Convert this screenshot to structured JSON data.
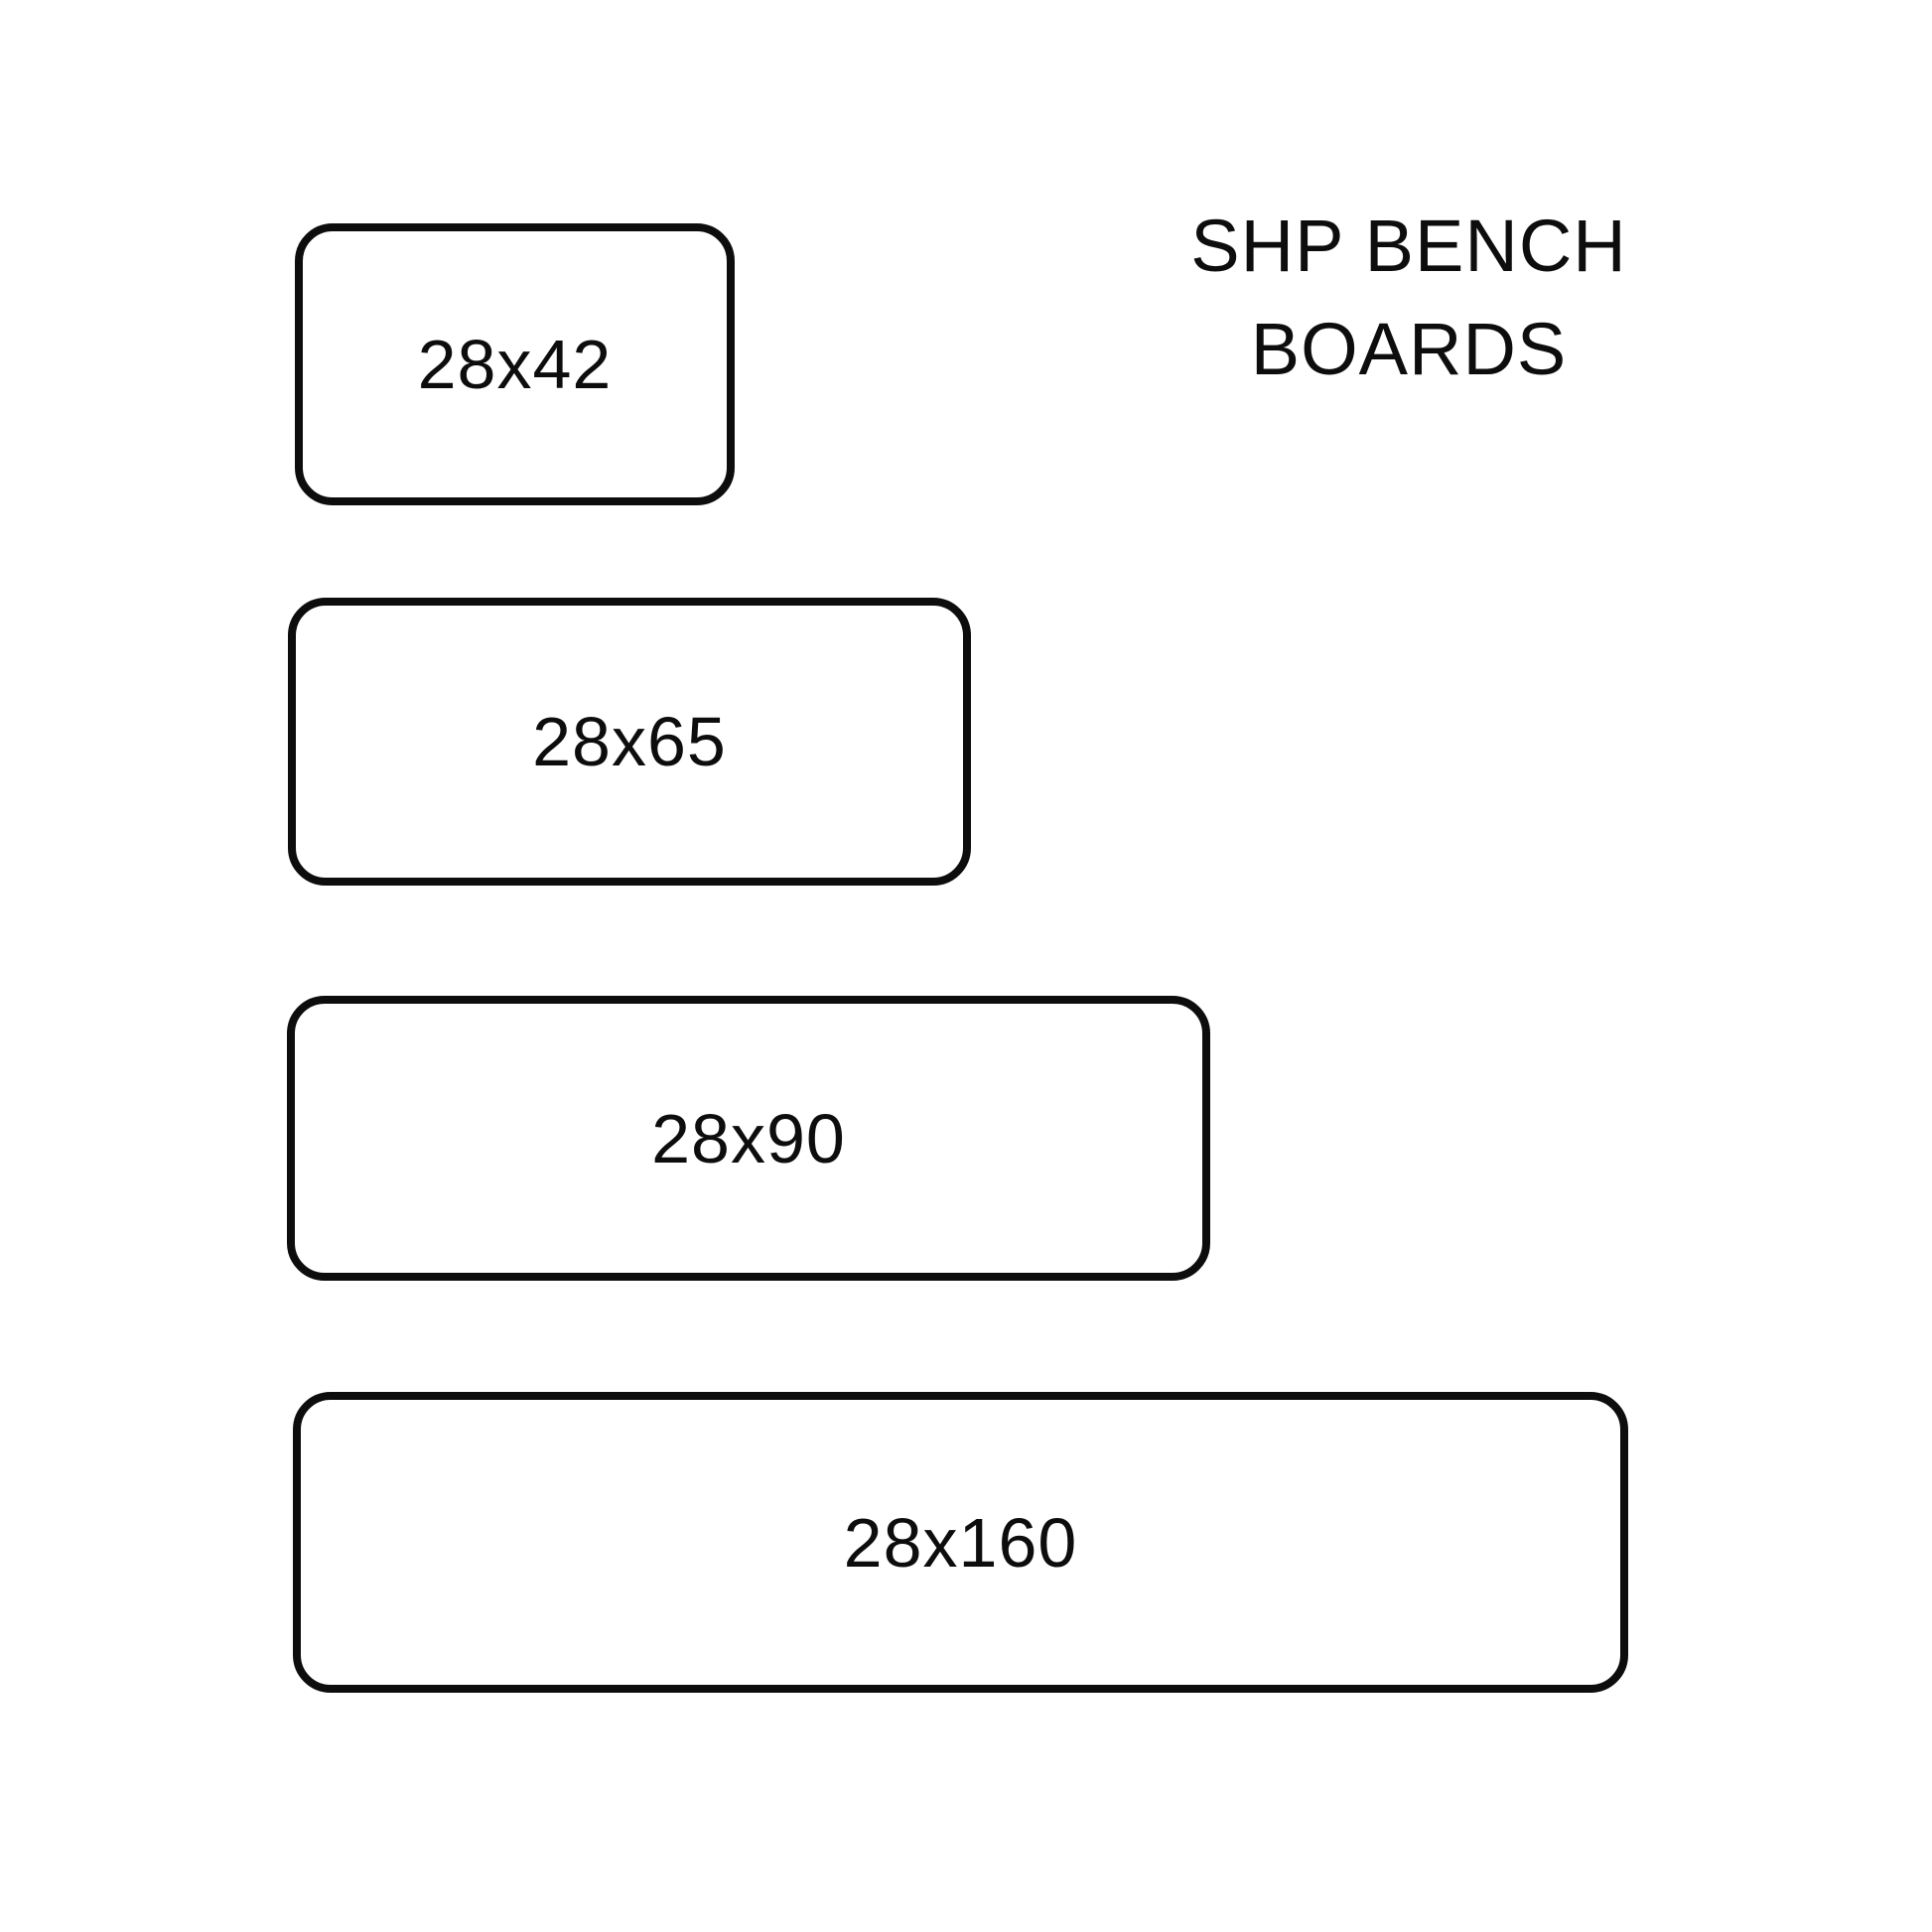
{
  "title": {
    "line1": "SHP BENCH",
    "line2": "BOARDS"
  },
  "boards": [
    {
      "label": "28x42"
    },
    {
      "label": "28x65"
    },
    {
      "label": "28x90"
    },
    {
      "label": "28x160"
    }
  ],
  "colors": {
    "ink": "#0d0d0d",
    "background": "#ffffff"
  }
}
